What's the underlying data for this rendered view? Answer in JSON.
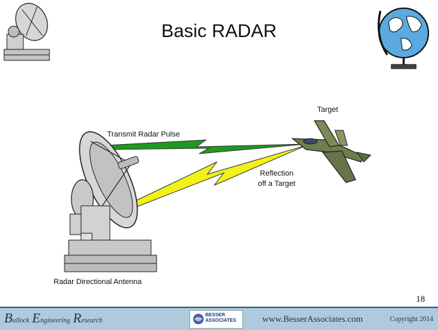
{
  "title": "Basic RADAR",
  "labels": {
    "transmit": "Transmit Radar Pulse",
    "target": "Target",
    "reflection_line1": "Reflection",
    "reflection_line2": "off a Target",
    "antenna": "Radar Directional Antenna"
  },
  "slide_number": "18",
  "footer": {
    "b_cap": "B",
    "b_rest": "ullock",
    "e_cap": "E",
    "e_rest": "ngineering",
    "r_cap": "R",
    "r_rest": "esearch",
    "url": "www.BesserAssociates.com",
    "copyright": "Copyright 2014",
    "logo_line1": "BESSER",
    "logo_line2": "ASSOCIATES"
  },
  "colors": {
    "transmit_bolt": "#1e9a1e",
    "reflection_bolt": "#f2f21a",
    "footer_bg": "#aecadd",
    "jet_camo": "#6f7f4e"
  }
}
